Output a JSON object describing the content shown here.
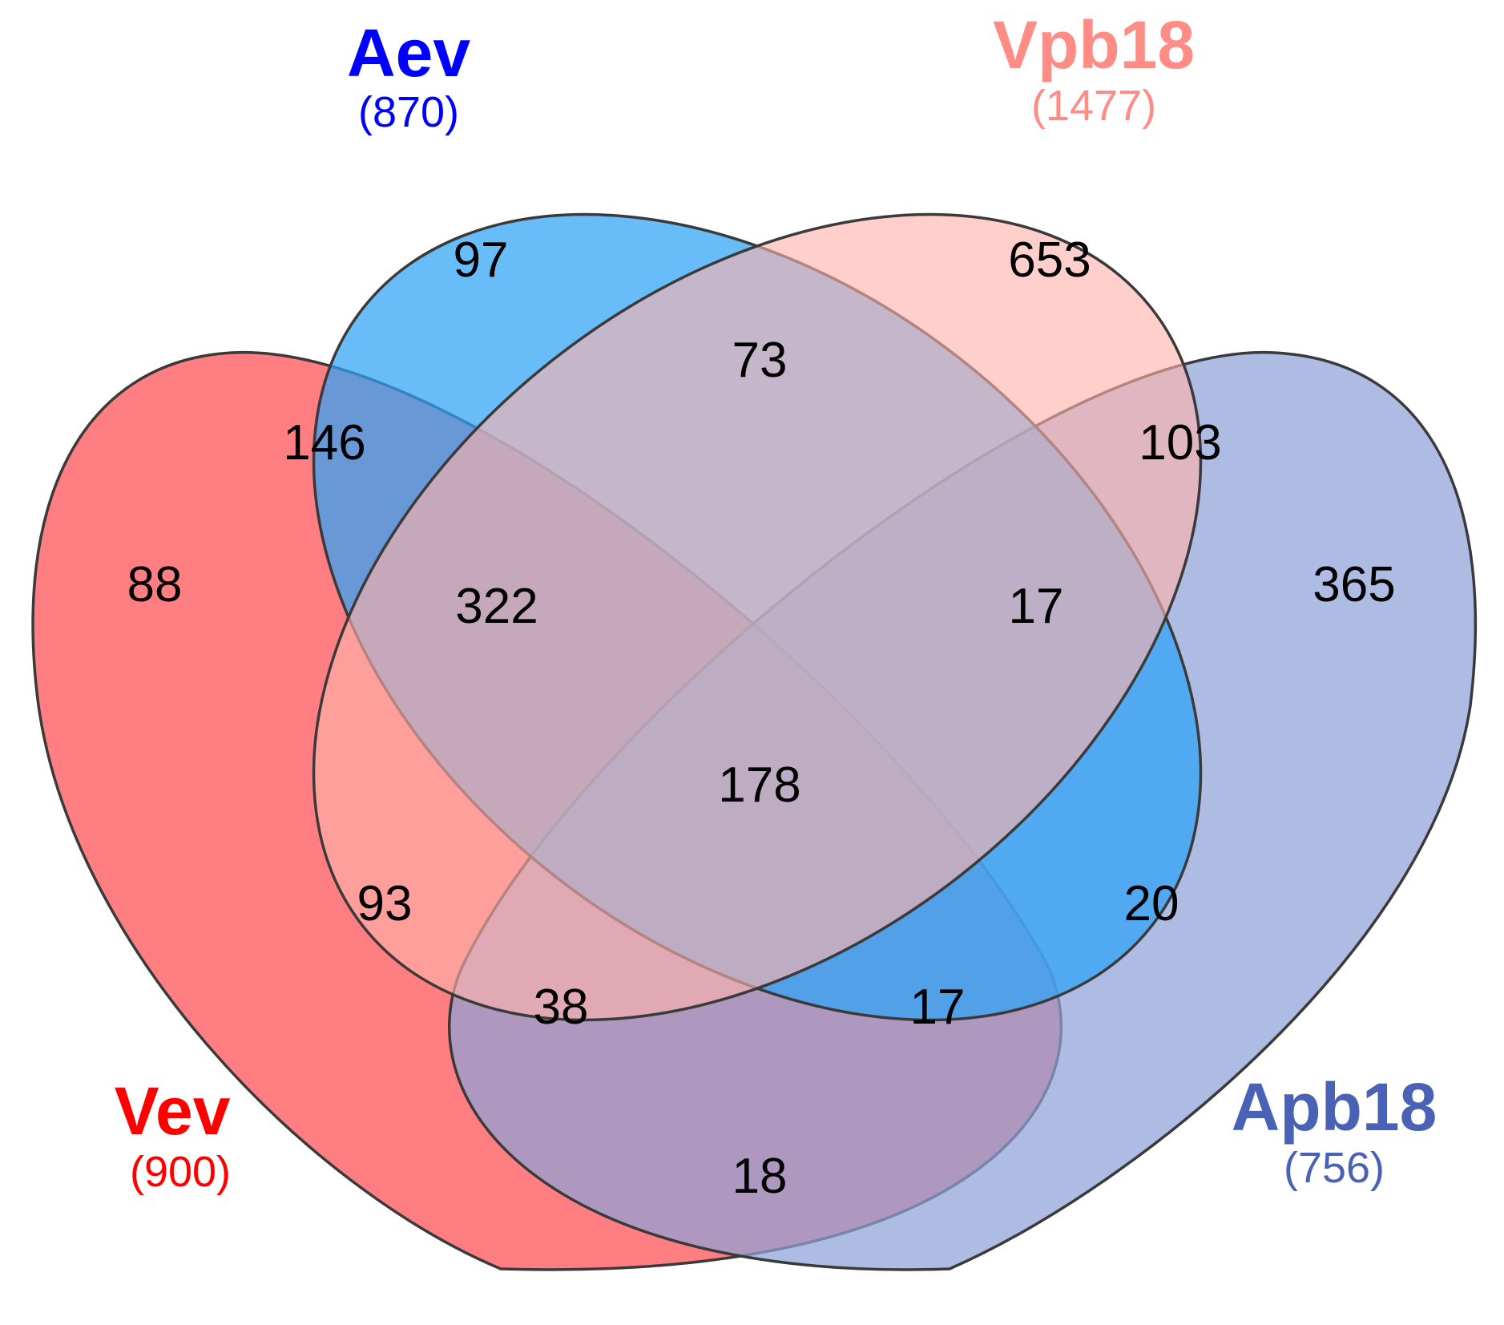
{
  "sets": [
    {
      "id": "vev",
      "name": "Vev",
      "total": "(900)",
      "fill": "#ff5a5f",
      "text_color": "#ff0000"
    },
    {
      "id": "aev",
      "name": "Aev",
      "total": "(870)",
      "fill": "#2ea3f7",
      "text_color": "#0000ff"
    },
    {
      "id": "vpb18",
      "name": "Vpb18",
      "total": "(1477)",
      "fill": "#ffb3ab",
      "text_color": "#ff8c85"
    },
    {
      "id": "apb18",
      "name": "Apb18",
      "total": "(756)",
      "fill": "#8fa2d8",
      "text_color": "#4a62b5"
    }
  ],
  "regions": {
    "vev_only": "88",
    "aev_only": "97",
    "vpb18_only": "653",
    "apb18_only": "365",
    "vev_aev": "146",
    "aev_vpb18": "73",
    "vpb18_apb18": "103",
    "vev_aev_vpb18": "322",
    "aev_vpb18_apb18": "17",
    "all_four": "178",
    "vev_vpb18": "93",
    "aev_apb18": "20",
    "vev_vpb18_apb18": "38",
    "vev_aev_apb18": "17",
    "vev_apb18": "18"
  }
}
